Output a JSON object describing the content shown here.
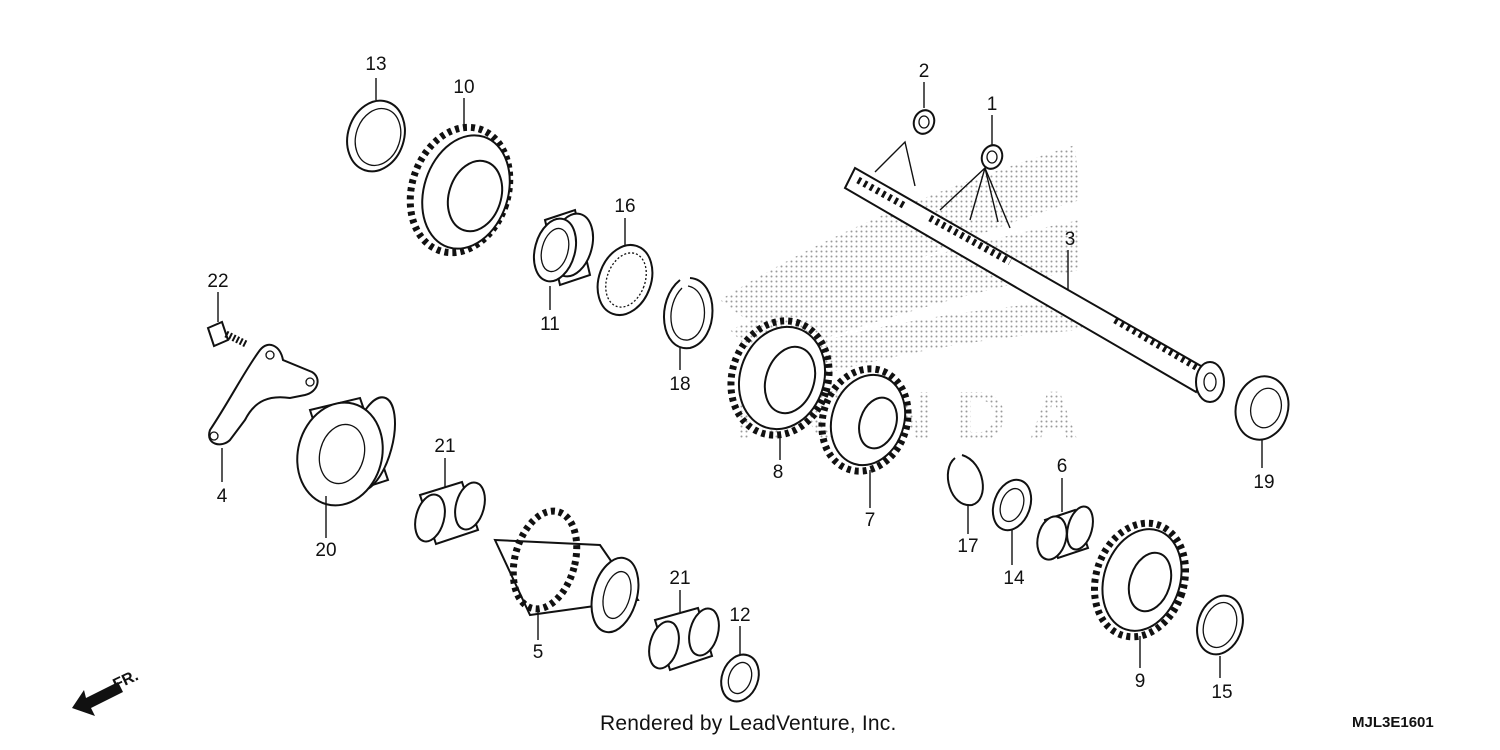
{
  "part_labels": {
    "p1": "1",
    "p2": "2",
    "p3": "3",
    "p4": "4",
    "p5": "5",
    "p6": "6",
    "p7": "7",
    "p8": "8",
    "p9": "9",
    "p10": "10",
    "p11": "11",
    "p12": "12",
    "p13": "13",
    "p14": "14",
    "p15": "15",
    "p16": "16",
    "p17": "17",
    "p18": "18",
    "p19": "19",
    "p20": "20",
    "p21a": "21",
    "p21b": "21",
    "p22": "22"
  },
  "direction_label": "FR.",
  "watermark": "HONDA",
  "credit": "Rendered by LeadVenture, Inc.",
  "diagram_code": "MJL3E1601"
}
